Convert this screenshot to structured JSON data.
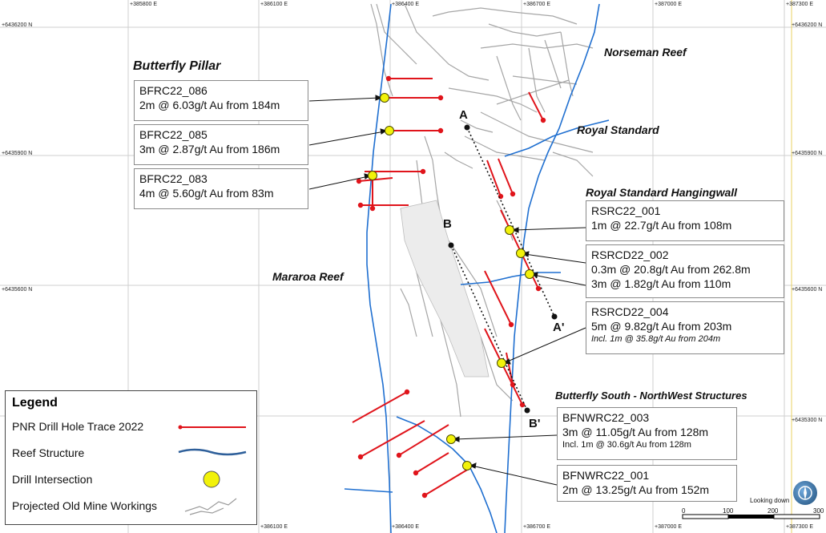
{
  "map": {
    "easting_labels": [
      "+385800 E",
      "+386100 E",
      "+386400 E",
      "+386700 E",
      "+387000 E",
      "+387300 E"
    ],
    "easting_labels_bottom": [
      "+386100 E",
      "+386400 E",
      "+386700 E",
      "+387000 E",
      "+387300 E"
    ],
    "northing_labels": [
      "+6436200 N",
      "+6435900 N",
      "+6435600 N",
      "+6435300 N"
    ],
    "region_labels": {
      "butterfly_pillar": "Butterfly Pillar",
      "norseman_reef": "Norseman Reef",
      "royal_standard": "Royal Standard",
      "royal_standard_hw": "Royal Standard Hangingwall",
      "mararoa_reef": "Mararoa Reef",
      "butterfly_south": "Butterfly South - NorthWest Structures"
    },
    "section_points": {
      "a": "A",
      "a_prime": "A'",
      "b": "B",
      "b_prime": "B'"
    },
    "callouts": {
      "bfrc22_086": {
        "hole": "BFRC22_086",
        "result": "2m @ 6.03g/t Au from 184m"
      },
      "bfrc22_085": {
        "hole": "BFRC22_085",
        "result": "3m @ 2.87g/t Au from 186m"
      },
      "bfrc22_083": {
        "hole": "BFRC22_083",
        "result": "4m @ 5.60g/t Au from 83m"
      },
      "rsrc22_001": {
        "hole": "RSRC22_001",
        "result": "1m @ 22.7g/t Au from 108m"
      },
      "rsrcd22_002": {
        "hole": "RSRCD22_002",
        "result1": "0.3m @ 20.8g/t Au from 262.8m",
        "result2": "3m @ 1.82g/t Au from 110m"
      },
      "rsrcd22_004": {
        "hole": "RSRCD22_004",
        "result": "5m @ 9.82g/t Au from 203m",
        "incl": "Incl. 1m @ 35.8g/t Au from 204m"
      },
      "bfnwrc22_003": {
        "hole": "BFNWRC22_003",
        "result": "3m @ 11.05g/t Au from 128m",
        "incl": "Incl. 1m @ 30.6g/t Au from 128m"
      },
      "bfnwrc22_001": {
        "hole": "BFNWRC22_001",
        "result": "2m @ 13.25g/t Au from 152m"
      }
    },
    "legend": {
      "title": "Legend",
      "drill_trace": "PNR Drill Hole Trace 2022",
      "reef": "Reef Structure",
      "intersection": "Drill Intersection",
      "workings": "Projected Old Mine Workings"
    },
    "scale": {
      "label": "Looking down",
      "ticks": [
        "0",
        "100",
        "200",
        "300"
      ]
    },
    "colors": {
      "drill": "#e0141b",
      "reef": "#1f6fd0",
      "intersection": "#f2f20a",
      "workings": "#a0a0a0",
      "grid": "#c8c8c8"
    }
  }
}
